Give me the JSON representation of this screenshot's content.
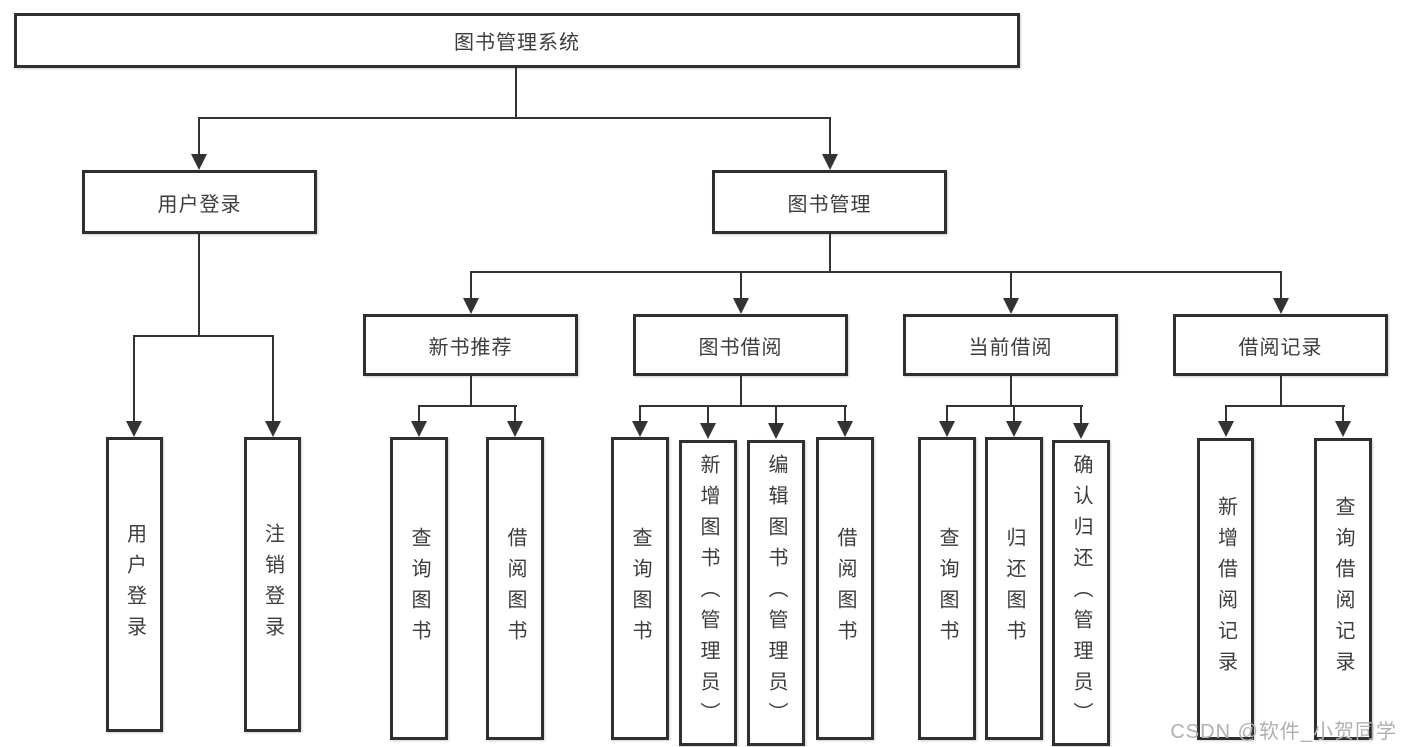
{
  "colors": {
    "line": "#333333",
    "border": "#2f2f2f",
    "text": "#3d3d3d",
    "watermark": "#b0b0b0",
    "background": "#ffffff"
  },
  "watermark": "CSDN @软件_小贺同学",
  "nodes": {
    "root": {
      "label": "图书管理系统"
    },
    "user_login": {
      "label": "用户登录"
    },
    "book_mgmt": {
      "label": "图书管理"
    },
    "login": {
      "label": "用户登录"
    },
    "logout": {
      "label": "注销登录"
    },
    "new_books": {
      "label": "新书推荐"
    },
    "nb_query": {
      "label": "查询图书"
    },
    "nb_borrow": {
      "label": "借阅图书"
    },
    "book_borrow": {
      "label": "图书借阅"
    },
    "bb_query": {
      "label": "查询图书"
    },
    "bb_add": {
      "label": "新增图书（管理员）"
    },
    "bb_edit": {
      "label": "编辑图书（管理员）"
    },
    "bb_borrow": {
      "label": "借阅图书"
    },
    "current_borrow": {
      "label": "当前借阅"
    },
    "cb_query": {
      "label": "查询图书"
    },
    "cb_return": {
      "label": "归还图书"
    },
    "cb_confirm": {
      "label": "确认归还（管理员）"
    },
    "borrow_records": {
      "label": "借阅记录"
    },
    "br_add": {
      "label": "新增借阅记录"
    },
    "br_query": {
      "label": "查询借阅记录"
    }
  },
  "hierarchy": {
    "root": [
      "user_login",
      "book_mgmt"
    ],
    "user_login": [
      "login",
      "logout"
    ],
    "book_mgmt": [
      "new_books",
      "book_borrow",
      "current_borrow",
      "borrow_records"
    ],
    "new_books": [
      "nb_query",
      "nb_borrow"
    ],
    "book_borrow": [
      "bb_query",
      "bb_add",
      "bb_edit",
      "bb_borrow"
    ],
    "current_borrow": [
      "cb_query",
      "cb_return",
      "cb_confirm"
    ],
    "borrow_records": [
      "br_add",
      "br_query"
    ]
  }
}
